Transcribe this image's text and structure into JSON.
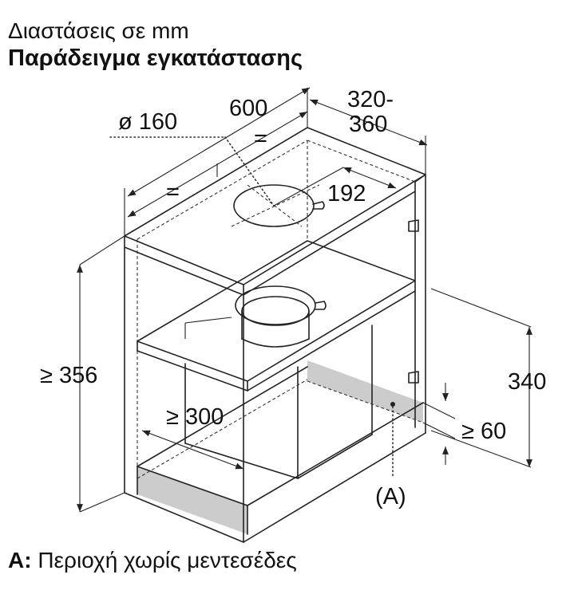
{
  "header": {
    "line1": "Διαστάσεις σε mm",
    "line2": "Παράδειγμα εγκατάστασης"
  },
  "dimensions": {
    "diameter": "ø 160",
    "width": "600",
    "depth_top": "320-",
    "depth_bottom": "360",
    "equal_left": "=",
    "equal_right": "=",
    "duct_offset": "192",
    "height_left": "≥ 356",
    "depth_inner": "≥ 300",
    "height_right": "340",
    "gap": "≥ 60",
    "area_marker": "(A)"
  },
  "legend": {
    "key": "A:",
    "text": "Περιοχή χωρίς μεντεσέδες"
  },
  "colors": {
    "line": "#222222",
    "shade": "#cccccc",
    "background": "#ffffff"
  }
}
